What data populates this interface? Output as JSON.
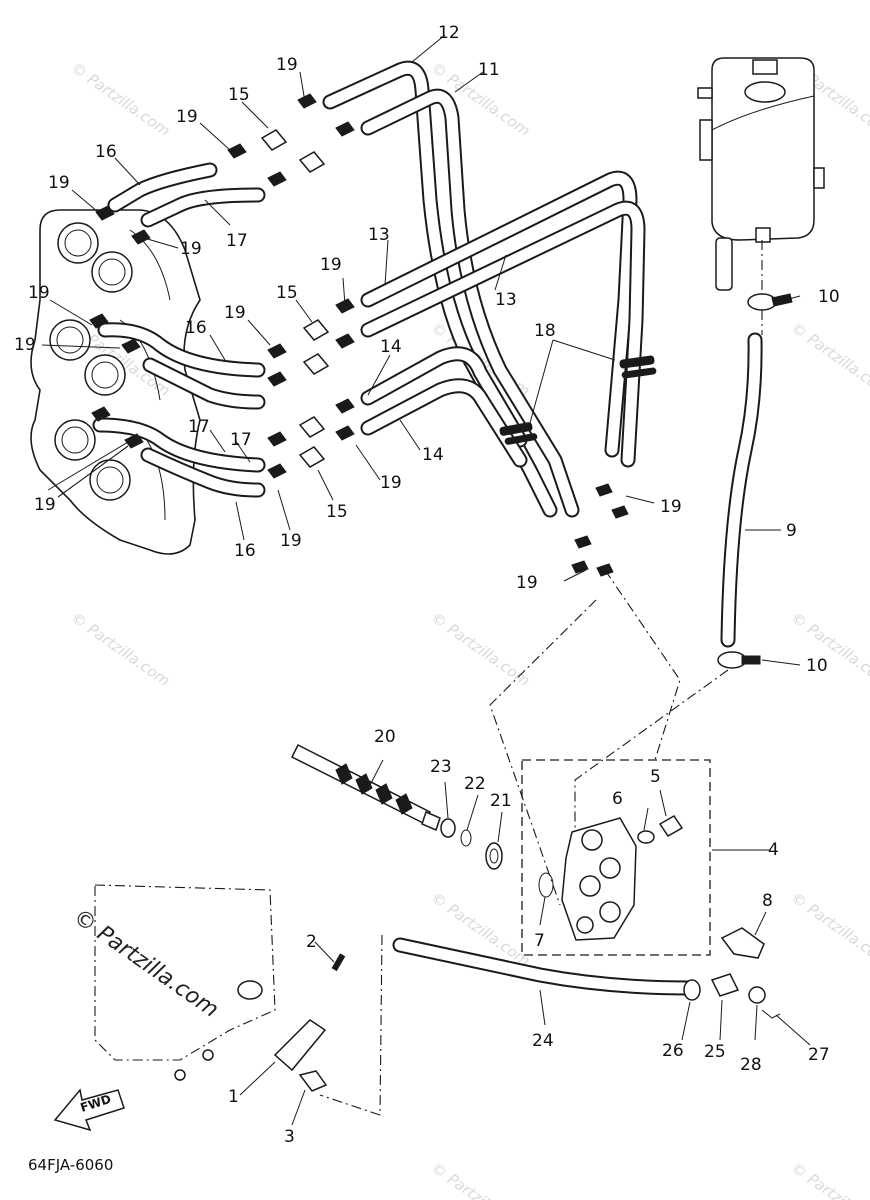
{
  "diagram": {
    "code": "64FJA-6060",
    "fwd_label": "FWD",
    "watermark": "© Partzilla.com",
    "watermark_main": "© Partzilla.com",
    "callouts": [
      {
        "id": "c1",
        "label": "1"
      },
      {
        "id": "c2",
        "label": "2"
      },
      {
        "id": "c3",
        "label": "3"
      },
      {
        "id": "c4",
        "label": "4"
      },
      {
        "id": "c5",
        "label": "5"
      },
      {
        "id": "c6",
        "label": "6"
      },
      {
        "id": "c7",
        "label": "7"
      },
      {
        "id": "c8",
        "label": "8"
      },
      {
        "id": "c9",
        "label": "9"
      },
      {
        "id": "c10a",
        "label": "10"
      },
      {
        "id": "c10b",
        "label": "10"
      },
      {
        "id": "c11",
        "label": "11"
      },
      {
        "id": "c12",
        "label": "12"
      },
      {
        "id": "c13a",
        "label": "13"
      },
      {
        "id": "c13b",
        "label": "13"
      },
      {
        "id": "c14a",
        "label": "14"
      },
      {
        "id": "c14b",
        "label": "14"
      },
      {
        "id": "c15a",
        "label": "15"
      },
      {
        "id": "c15b",
        "label": "15"
      },
      {
        "id": "c15c",
        "label": "15"
      },
      {
        "id": "c16a",
        "label": "16"
      },
      {
        "id": "c16b",
        "label": "16"
      },
      {
        "id": "c16c",
        "label": "16"
      },
      {
        "id": "c17a",
        "label": "17"
      },
      {
        "id": "c17b",
        "label": "17"
      },
      {
        "id": "c17c",
        "label": "17"
      },
      {
        "id": "c18",
        "label": "18"
      },
      {
        "id": "c19a",
        "label": "19"
      },
      {
        "id": "c19b",
        "label": "19"
      },
      {
        "id": "c19c",
        "label": "19"
      },
      {
        "id": "c19d",
        "label": "19"
      },
      {
        "id": "c19e",
        "label": "19"
      },
      {
        "id": "c19f",
        "label": "19"
      },
      {
        "id": "c19g",
        "label": "19"
      },
      {
        "id": "c19h",
        "label": "19"
      },
      {
        "id": "c19i",
        "label": "19"
      },
      {
        "id": "c19j",
        "label": "19"
      },
      {
        "id": "c19k",
        "label": "19"
      },
      {
        "id": "c19l",
        "label": "19"
      },
      {
        "id": "c20",
        "label": "20"
      },
      {
        "id": "c21",
        "label": "21"
      },
      {
        "id": "c22",
        "label": "22"
      },
      {
        "id": "c23",
        "label": "23"
      },
      {
        "id": "c24",
        "label": "24"
      },
      {
        "id": "c25",
        "label": "25"
      },
      {
        "id": "c26",
        "label": "26"
      },
      {
        "id": "c27",
        "label": "27"
      },
      {
        "id": "c28",
        "label": "28"
      }
    ]
  }
}
